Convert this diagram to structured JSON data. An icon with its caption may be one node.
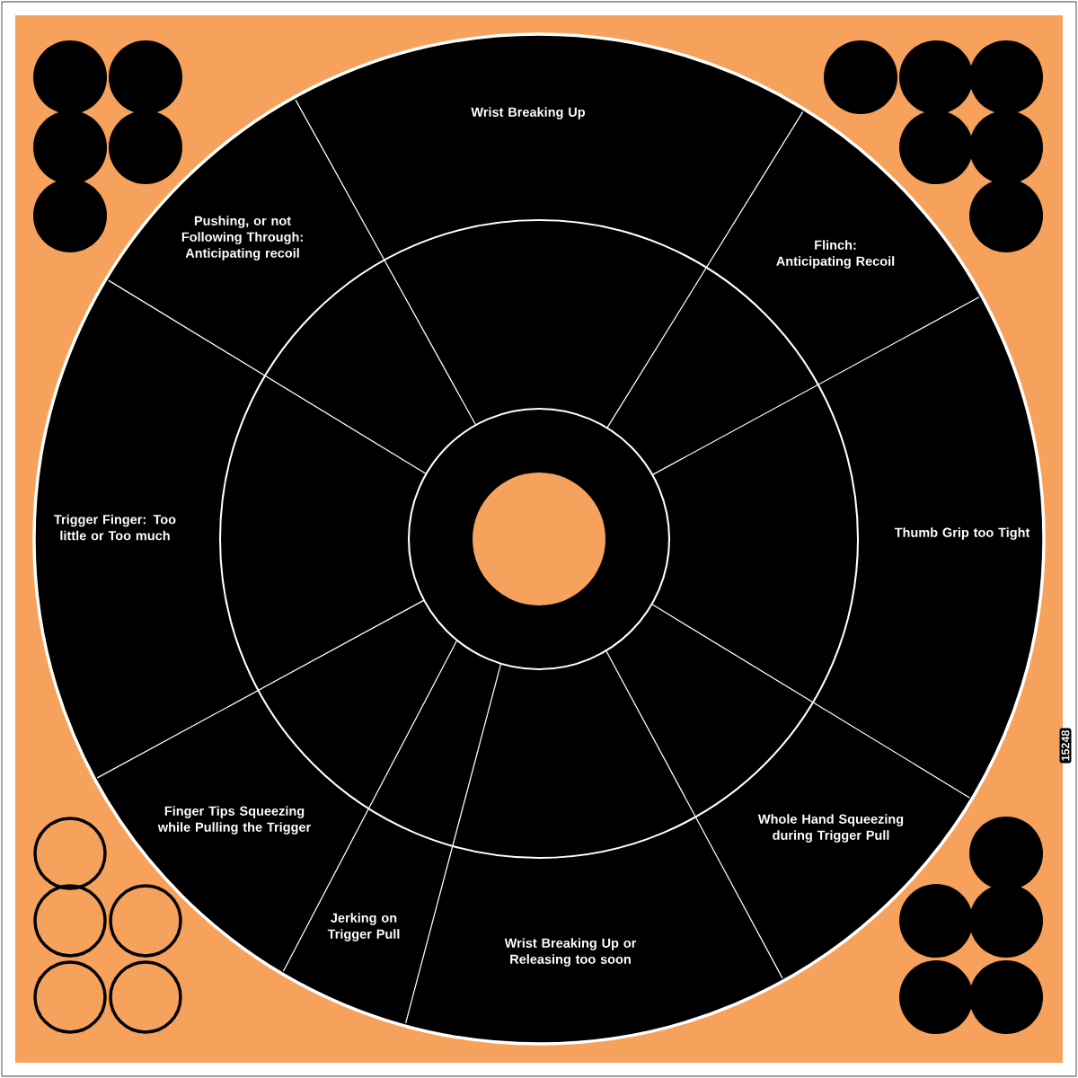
{
  "diagram": {
    "nodes": [
      {
        "text": [
          "Wrist Breaking Up"
        ]
      },
      {
        "text": [
          "Pushing, or not Following Through: Anticipating recoil"
        ]
      },
      {
        "text": [
          "Flinch: Anticipating Recoil"
        ]
      },
      {
        "text": [
          "Trigger Finger: Too little or Too much"
        ]
      },
      {
        "text": [
          "Thumb Grip too Tight"
        ]
      },
      {
        "text": [
          "Finger Tips Squeezing while Pulling the Trigger"
        ]
      },
      {
        "text": [
          "Whole Hand Squeezing during Trigger Pull"
        ]
      },
      {
        "text": [
          "Jerking on Trigger Pull"
        ]
      },
      {
        "text": [
          "Wrist Breaking Up or Releasing too soon"
        ]
      }
    ],
    "edges": [],
    "labels": [
      "15248"
    ]
  }
}
